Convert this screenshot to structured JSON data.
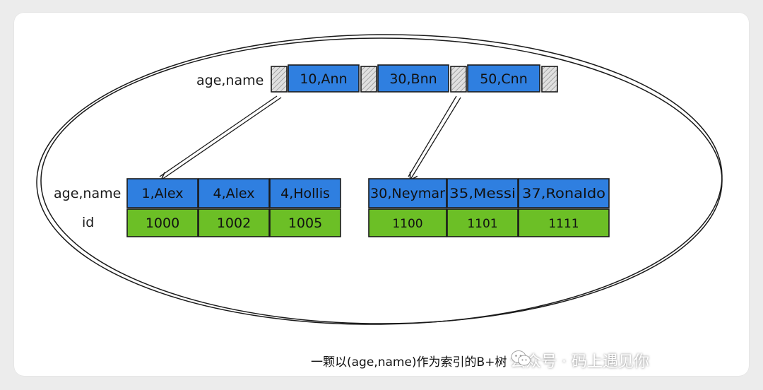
{
  "root": {
    "label": "age,name",
    "keys": [
      "10,Ann",
      "30,Bnn",
      "50,Cnn"
    ]
  },
  "leaf_left": {
    "key_label": "age,name",
    "id_label": "id",
    "keys": [
      "1,Alex",
      "4,Alex",
      "4,Hollis"
    ],
    "ids": [
      "1000",
      "1002",
      "1005"
    ]
  },
  "leaf_right": {
    "keys": [
      "30,Neymar",
      "35,Messi",
      "37,Ronaldo"
    ],
    "ids": [
      "1100",
      "1101",
      "1111"
    ]
  },
  "caption": "一颗以(age,name)作为索引的B+树",
  "watermark": {
    "icon": "wechat-icon",
    "text": "公众号 · 码上遇见你"
  },
  "colors": {
    "key_fill": "#2f7fe0",
    "id_fill": "#6cbf26",
    "pointer_fill": "#d6d6d6",
    "stroke": "#1a1a1a"
  }
}
